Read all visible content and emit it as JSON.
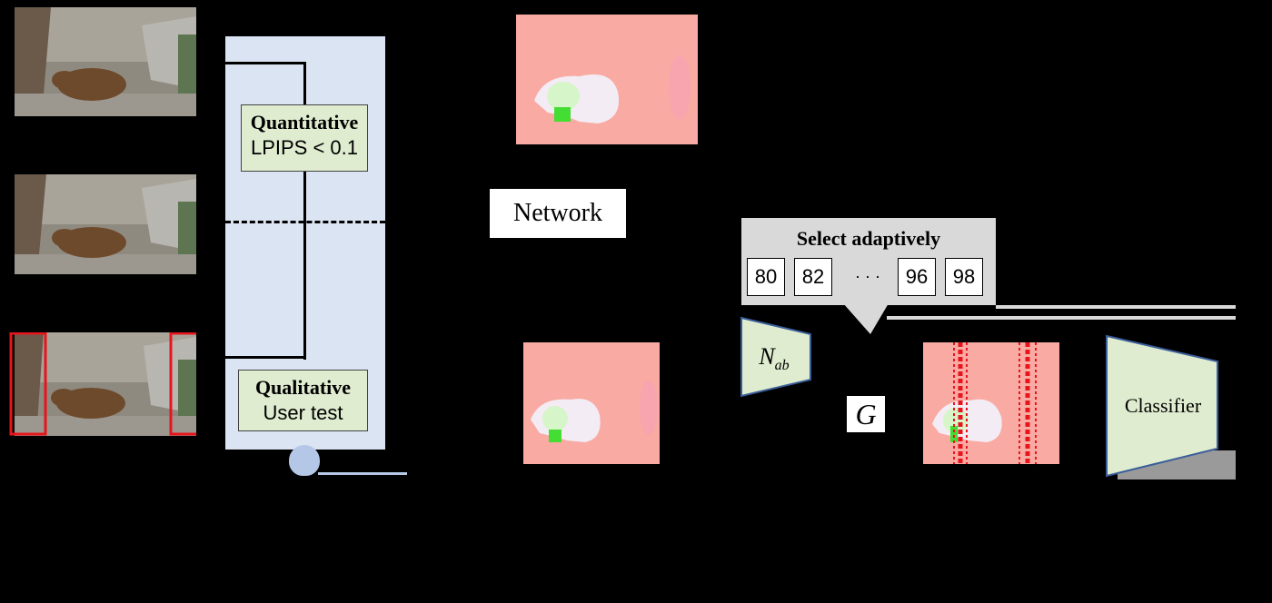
{
  "quantitative": {
    "title": "Quantitative",
    "criterion": "LPIPS < 0.1"
  },
  "qualitative": {
    "title": "Qualitative",
    "criterion": "User test"
  },
  "network": {
    "label": "Network"
  },
  "select": {
    "title": "Select adaptively",
    "values": [
      "80",
      "82",
      "96",
      "98"
    ],
    "ellipsis": "· · ·"
  },
  "n_ab": {
    "base": "N",
    "sub": "ab"
  },
  "g": {
    "label": "G"
  },
  "classifier": {
    "label": "Classifier"
  },
  "colors": {
    "panel_blue": "#dbe4f2",
    "box_green": "#dfeccf",
    "flow_pink": "#f9aaa3",
    "highlight_red": "#e8141c",
    "select_gray": "#d9d9d9"
  }
}
